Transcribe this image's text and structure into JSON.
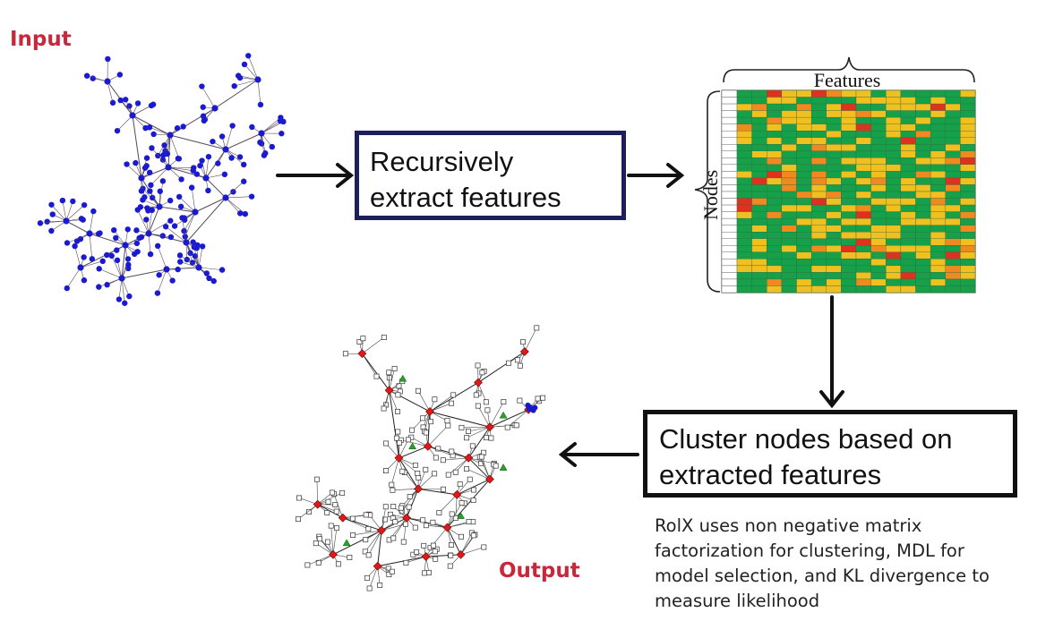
{
  "labels": {
    "input": "Input",
    "output": "Output"
  },
  "steps": [
    {
      "line1": "Recursively",
      "line2": "extract features"
    },
    {
      "line1": "Cluster nodes based on",
      "line2": "extracted features"
    }
  ],
  "matrix": {
    "features_label": "Features",
    "nodes_label": "Nodes",
    "rows": 30,
    "cols": 16
  },
  "note": "RolX uses non negative matrix factorization for clustering, MDL for model selection, and KL divergence to measure likelihood",
  "colors": {
    "label_red": "#c8283c",
    "input_node": "#1a1ad0",
    "edge": "#5a4a5a",
    "box1_border": "#1c1f5c",
    "box2_border": "#111111",
    "cell_green": "#16a04a",
    "cell_yellow": "#f0c020",
    "cell_orange": "#f08a20",
    "cell_red": "#e03020",
    "role_red": "#e01818",
    "role_green": "#2aa02a",
    "role_blue": "#1818c8",
    "role_white": "#ffffff"
  }
}
